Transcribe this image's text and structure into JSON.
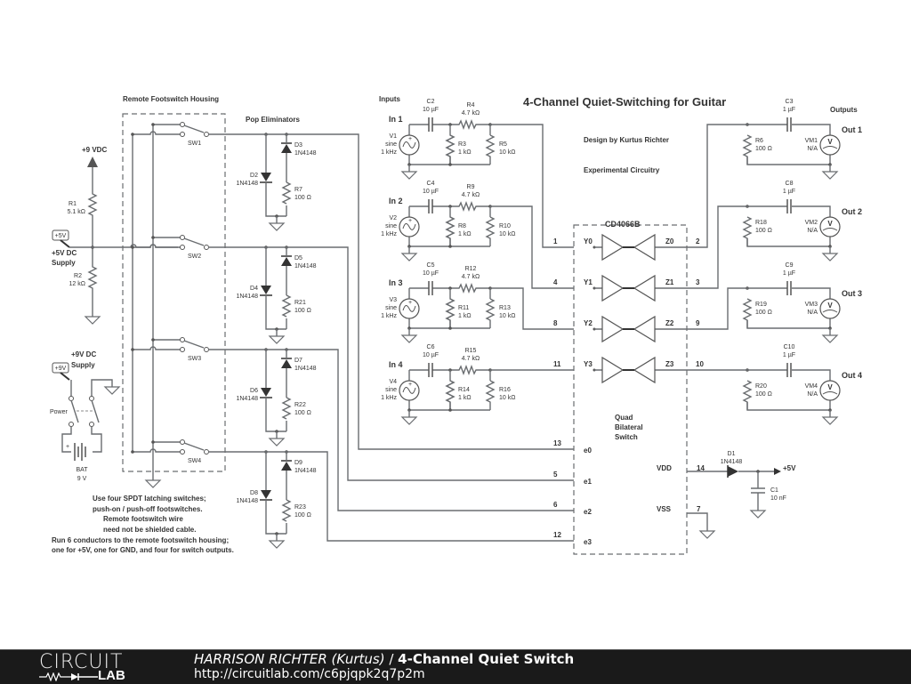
{
  "title": "4-Channel Quiet-Switching for Guitar",
  "design_by": "Design by Kurtus Richter",
  "note_experimental": "Experimental Circuitry",
  "sections": {
    "remote_housing": "Remote Footswitch Housing",
    "pop_eliminators": "Pop Eliminators",
    "inputs": "Inputs",
    "outputs": "Outputs"
  },
  "supply": {
    "vdc9_label": "+9 VDC",
    "supply5_line1": "+5V DC",
    "supply5_line2": "Supply",
    "tag5": "+5V",
    "supply9_line1": "+9V DC",
    "supply9_line2": "Supply",
    "tag9": "+9V",
    "power_label": "Power",
    "bat_name": "BAT",
    "bat_value": "9 V",
    "r1_name": "R1",
    "r1_value": "5.1 kΩ",
    "r2_name": "R2",
    "r2_value": "12 kΩ"
  },
  "switches": [
    "SW1",
    "SW2",
    "SW3",
    "SW4"
  ],
  "pop": [
    {
      "da": "D2",
      "db": "D3",
      "r": "R7",
      "rv": "100 Ω",
      "part": "1N4148"
    },
    {
      "da": "D4",
      "db": "D5",
      "r": "R21",
      "rv": "100 Ω",
      "part": "1N4148"
    },
    {
      "da": "D6",
      "db": "D7",
      "r": "R22",
      "rv": "100 Ω",
      "part": "1N4148"
    },
    {
      "da": "D8",
      "db": "D9",
      "r": "R23",
      "rv": "100 Ω",
      "part": "1N4148"
    }
  ],
  "notes": [
    "Use four SPDT latching switches;",
    "push-on / push-off footswitches.",
    "Remote footswitch wire",
    "need not be shielded cable.",
    "Run 6 conductors to the remote footswitch housing;",
    "one for +5V, one for GND, and four for switch outputs."
  ],
  "inputs": [
    {
      "label": "In 1",
      "v": "V1",
      "vtype": "sine",
      "freq": "1 kHz",
      "c": "C2",
      "cv": "10 µF",
      "rs": "R4",
      "rsv": "4.7 kΩ",
      "rp": "R3",
      "rpv": "1 kΩ",
      "rl": "R5",
      "rlv": "10 kΩ"
    },
    {
      "label": "In 2",
      "v": "V2",
      "vtype": "sine",
      "freq": "1 kHz",
      "c": "C4",
      "cv": "10 µF",
      "rs": "R9",
      "rsv": "4.7 kΩ",
      "rp": "R8",
      "rpv": "1 kΩ",
      "rl": "R10",
      "rlv": "10 kΩ"
    },
    {
      "label": "In 3",
      "v": "V3",
      "vtype": "sine",
      "freq": "1 kHz",
      "c": "C5",
      "cv": "10 µF",
      "rs": "R12",
      "rsv": "4.7 kΩ",
      "rp": "R11",
      "rpv": "1 kΩ",
      "rl": "R13",
      "rlv": "10 kΩ"
    },
    {
      "label": "In 4",
      "v": "V4",
      "vtype": "sine",
      "freq": "1 kHz",
      "c": "C6",
      "cv": "10 µF",
      "rs": "R15",
      "rsv": "4.7 kΩ",
      "rp": "R14",
      "rpv": "1 kΩ",
      "rl": "R16",
      "rlv": "10 kΩ"
    }
  ],
  "ic": {
    "name": "CD4066B",
    "desc": [
      "Quad",
      "Bilateral",
      "Switch"
    ],
    "y_pins": [
      {
        "pin": "1",
        "name": "Y0"
      },
      {
        "pin": "4",
        "name": "Y1"
      },
      {
        "pin": "8",
        "name": "Y2"
      },
      {
        "pin": "11",
        "name": "Y3"
      }
    ],
    "z_pins": [
      {
        "pin": "2",
        "name": "Z0"
      },
      {
        "pin": "3",
        "name": "Z1"
      },
      {
        "pin": "9",
        "name": "Z2"
      },
      {
        "pin": "10",
        "name": "Z3"
      }
    ],
    "e_pins": [
      {
        "pin": "13",
        "name": "e0"
      },
      {
        "pin": "5",
        "name": "e1"
      },
      {
        "pin": "6",
        "name": "e2"
      },
      {
        "pin": "12",
        "name": "e3"
      }
    ],
    "vdd": {
      "pin": "14",
      "name": "VDD"
    },
    "vss": {
      "pin": "7",
      "name": "VSS"
    }
  },
  "power_in": {
    "d": "D1",
    "dpart": "1N4148",
    "c": "C1",
    "cv": "10 nF",
    "rail": "+5V"
  },
  "outputs": [
    {
      "label": "Out 1",
      "c": "C3",
      "cv": "1 µF",
      "r": "R6",
      "rv": "100 Ω",
      "vm": "VM1",
      "vmv": "N/A"
    },
    {
      "label": "Out 2",
      "c": "C8",
      "cv": "1 µF",
      "r": "R18",
      "rv": "100 Ω",
      "vm": "VM2",
      "vmv": "N/A"
    },
    {
      "label": "Out 3",
      "c": "C9",
      "cv": "1 µF",
      "r": "R19",
      "rv": "100 Ω",
      "vm": "VM3",
      "vmv": "N/A"
    },
    {
      "label": "Out 4",
      "c": "C10",
      "cv": "1 µF",
      "r": "R20",
      "rv": "100 Ω",
      "vm": "VM4",
      "vmv": "N/A"
    }
  ],
  "footer": {
    "logo_top": "CIRCUIT",
    "logo_bottom": "LAB",
    "author": "HARRISON RICHTER (Kurtus)",
    "sep": " / ",
    "project": "4-Channel Quiet Switch",
    "url": "http://circuitlab.com/c6pjqpk2q7p2m"
  }
}
